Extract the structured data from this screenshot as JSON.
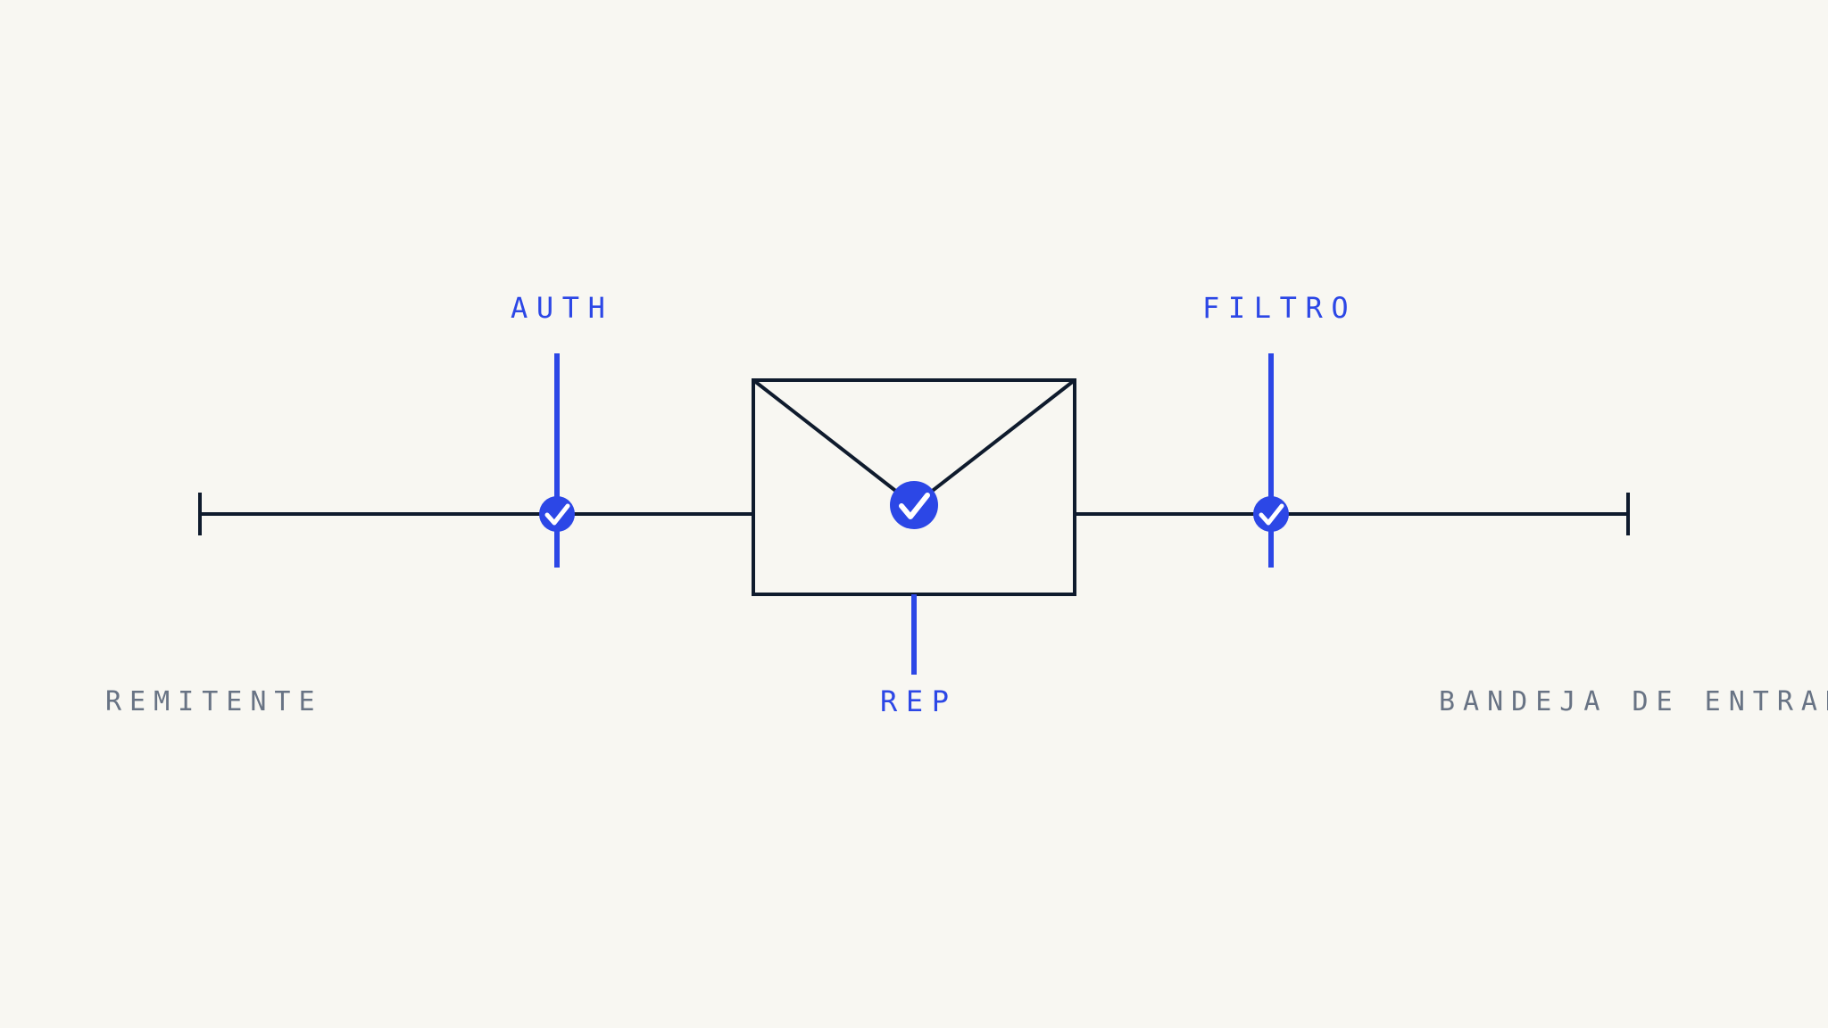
{
  "colors": {
    "background": "#f8f7f2",
    "line": "#0f1b2d",
    "accent": "#2c47e6",
    "muted": "#687384",
    "check": "#ffffff"
  },
  "endpoints": {
    "sender": "REMITENTE",
    "inbox": "BANDEJA DE ENTRADA"
  },
  "checkpoints": {
    "auth": "AUTH",
    "filter": "FILTRO",
    "reputation": "REP"
  },
  "icons": {
    "envelope": "envelope-icon",
    "check": "check-circle-icon"
  }
}
